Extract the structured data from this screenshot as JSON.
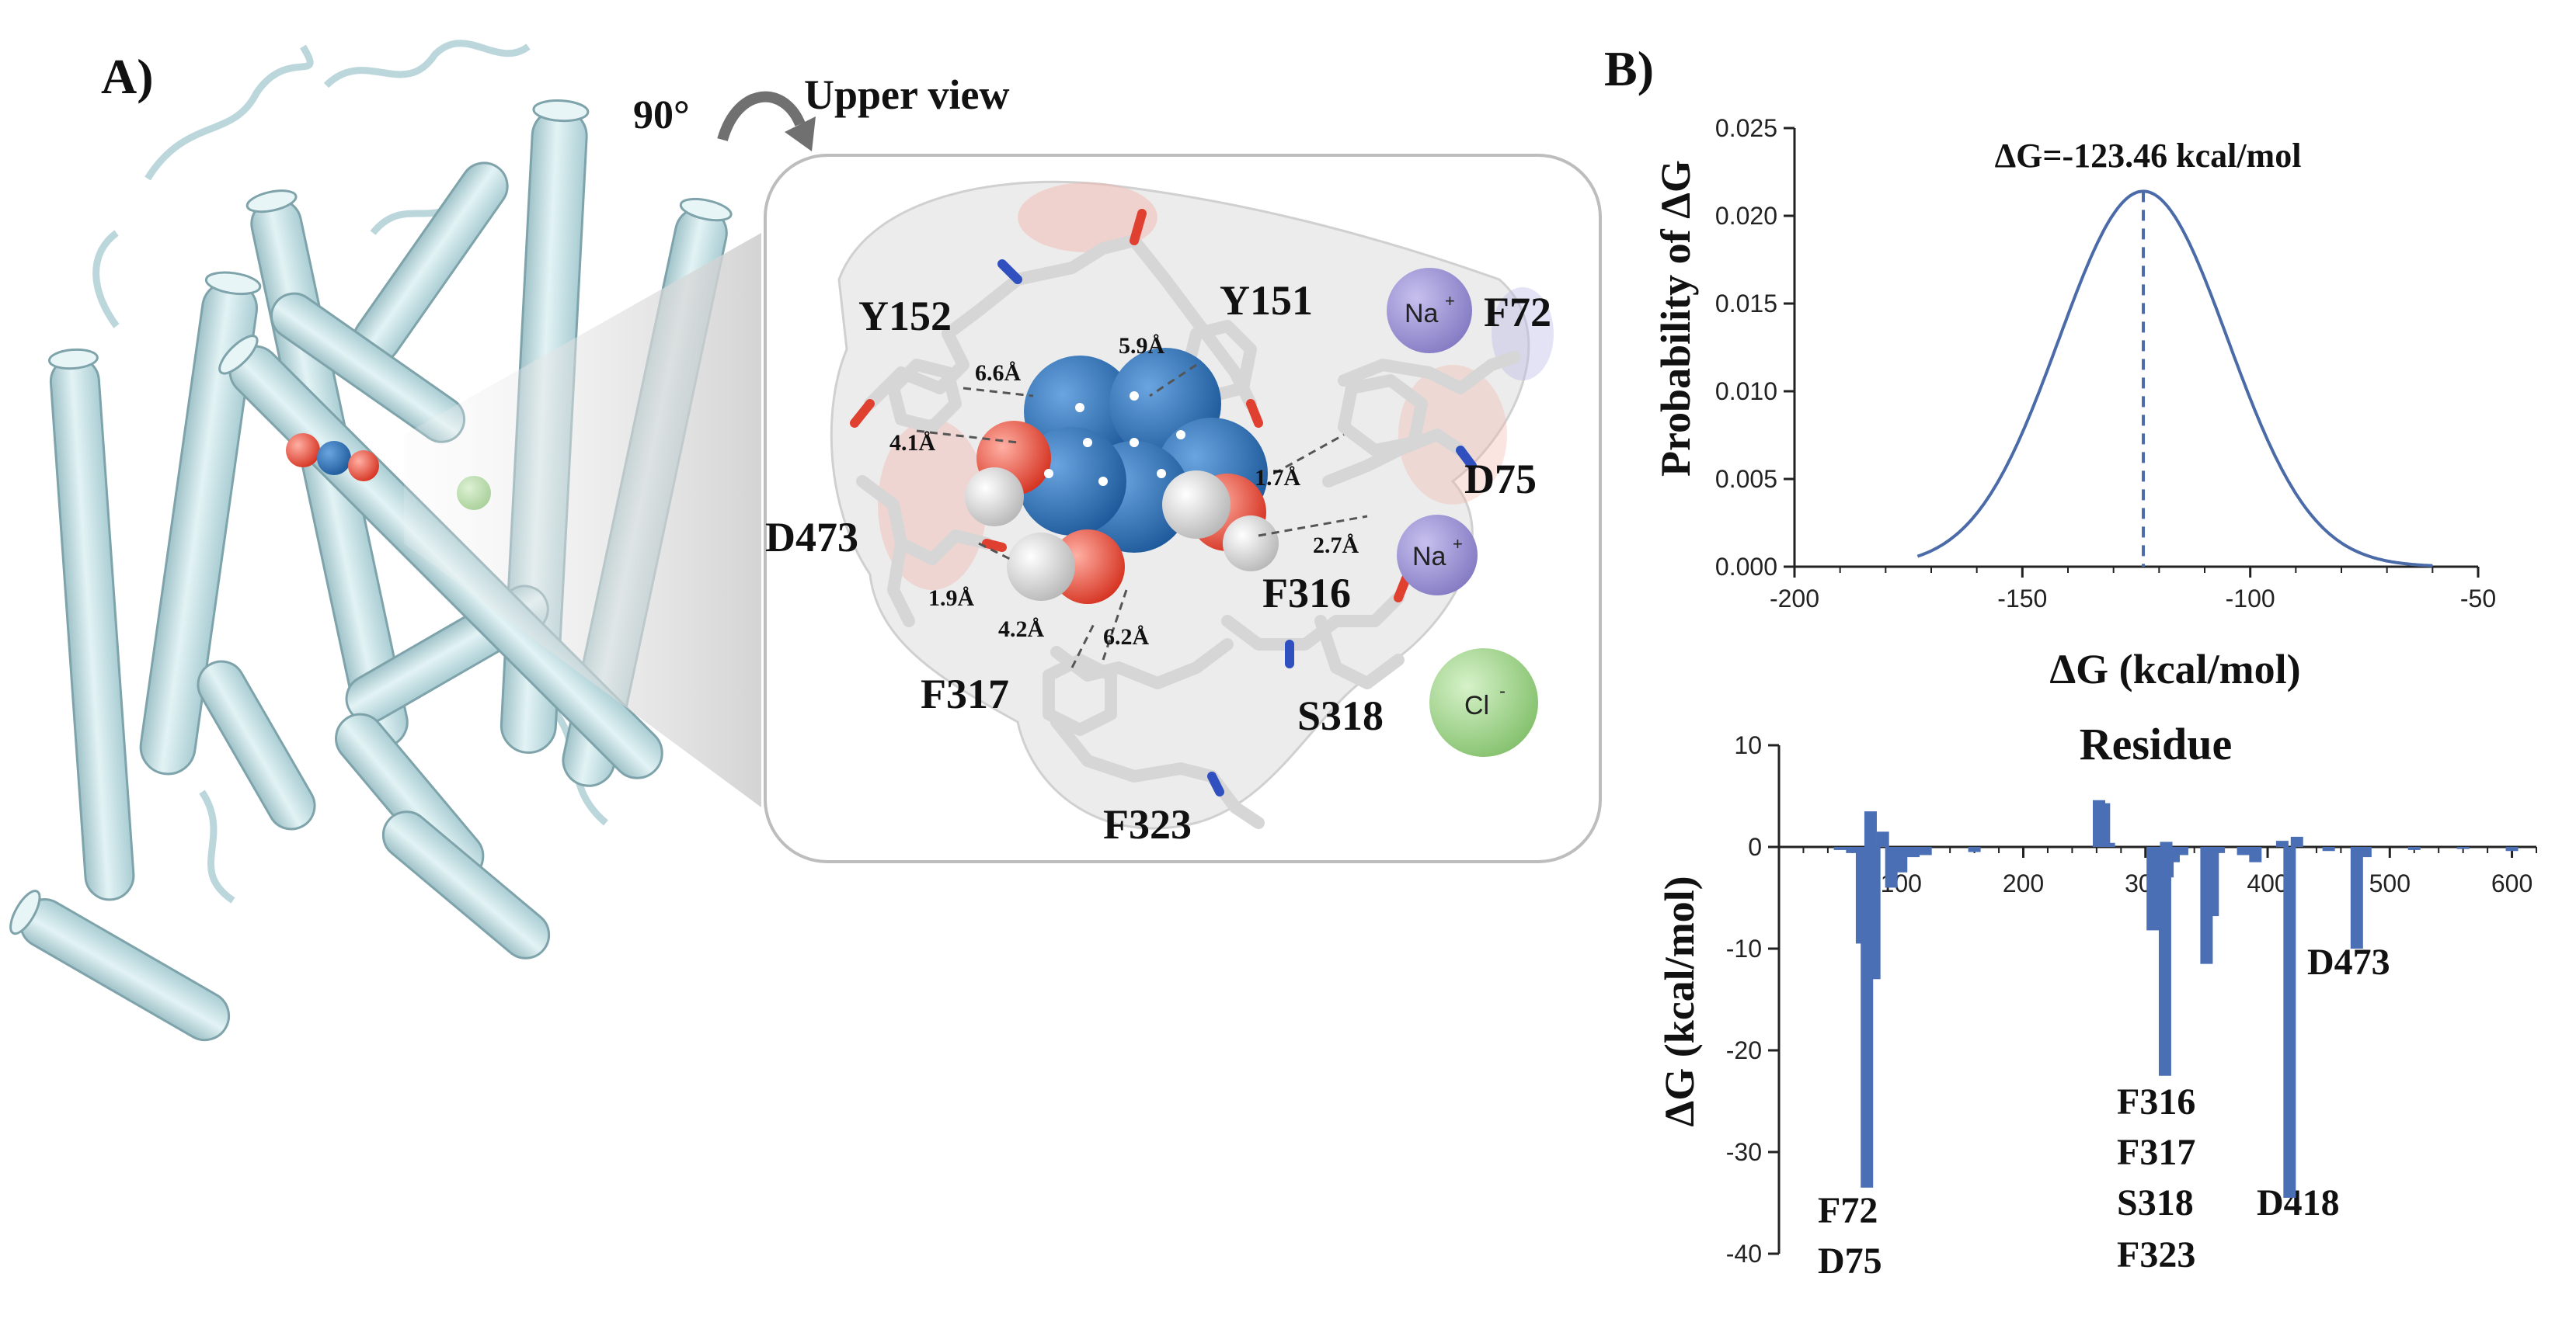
{
  "panel_a": {
    "label": "A)",
    "rotation_label": "90°",
    "view_label": "Upper view",
    "residues": [
      "Y152",
      "Y151",
      "F72",
      "D75",
      "D473",
      "F316",
      "F317",
      "S318",
      "F323"
    ],
    "distances": [
      "6.6Å",
      "5.9Å",
      "4.1Å",
      "1.7Å",
      "2.7Å",
      "1.9Å",
      "4.2Å",
      "6.2Å"
    ],
    "ions": {
      "na1": "Na",
      "na2": "Na",
      "cl": "Cl",
      "na_charge": "+",
      "cl_charge": "-"
    },
    "colors": {
      "helix": "#cfe8ec",
      "helix_edge": "#8fb4bb",
      "ligand": "#2f6fb0",
      "oxygen": "#e04030",
      "na": "#9b92d0",
      "cl": "#9fd48c"
    }
  },
  "panel_b": {
    "label": "B)",
    "peak_annotation": "ΔG=-123.46 kcal/mol",
    "bar_title": "Residue",
    "bar_labels": [
      "F72",
      "D75",
      "F316",
      "F317",
      "S318",
      "F323",
      "D418",
      "D473"
    ]
  },
  "chart_data": [
    {
      "type": "line",
      "title": "",
      "xlabel": "ΔG (kcal/mol)",
      "ylabel": "Probability of ΔG",
      "xlim": [
        -200,
        -50
      ],
      "ylim": [
        0,
        0.025
      ],
      "xticks": [
        "-200",
        "-150",
        "-100",
        "-50"
      ],
      "yticks": [
        "0.000",
        "0.005",
        "0.010",
        "0.015",
        "0.020",
        "0.025"
      ],
      "distribution": {
        "kind": "normal",
        "mean": -123.46,
        "sd": 18.5,
        "peak": 0.0214,
        "x_from": -173,
        "x_to": -60
      },
      "marker_x": -123.46,
      "color": "#4a6ba8"
    },
    {
      "type": "bar",
      "title": "Residue",
      "xlabel": "",
      "ylabel": "ΔG (kcal/mol)",
      "xlim": [
        0,
        620
      ],
      "ylim": [
        -40,
        10
      ],
      "xticks": [
        "100",
        "200",
        "300",
        "400",
        "500",
        "600"
      ],
      "yticks": [
        "10",
        "0",
        "-10",
        "-20",
        "-30",
        "-40"
      ],
      "color": "#4b6fb5",
      "x": [
        50,
        60,
        68,
        72,
        75,
        78,
        85,
        92,
        100,
        110,
        120,
        160,
        262,
        266,
        270,
        306,
        310,
        316,
        317,
        318,
        323,
        330,
        350,
        355,
        360,
        380,
        390,
        412,
        418,
        424,
        450,
        473,
        480,
        520,
        560,
        600
      ],
      "values": [
        -0.3,
        -0.6,
        -9.5,
        -33.5,
        3.5,
        -13.0,
        1.5,
        -4.0,
        -2.5,
        -1.0,
        -0.8,
        -0.5,
        4.6,
        4.3,
        0.4,
        -8.2,
        -4.0,
        -22.5,
        0.5,
        -3.0,
        -1.5,
        -0.8,
        -11.5,
        -6.8,
        -0.6,
        -0.8,
        -1.5,
        0.6,
        -34.5,
        1.0,
        -0.4,
        -10.0,
        -1.0,
        -0.3,
        -0.2,
        -0.4
      ]
    }
  ]
}
